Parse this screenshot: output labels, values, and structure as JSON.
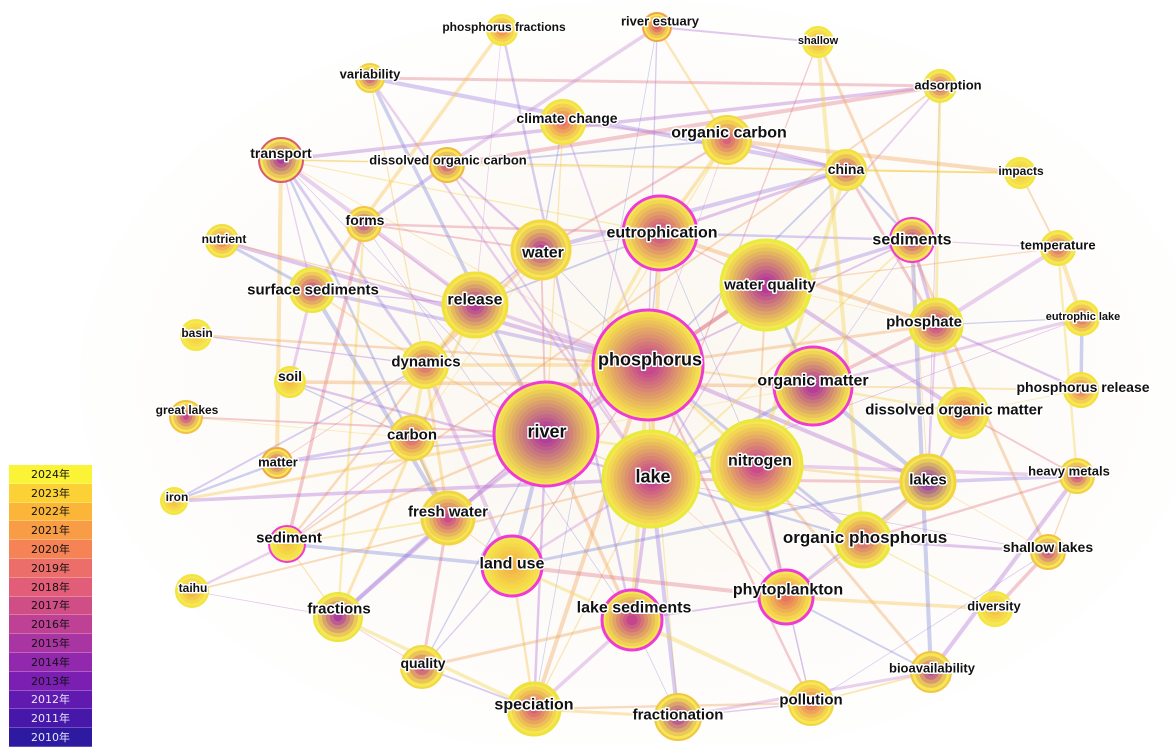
{
  "legend": {
    "years": [
      "2024年",
      "2023年",
      "2022年",
      "2021年",
      "2020年",
      "2019年",
      "2018年",
      "2017年",
      "2016年",
      "2015年",
      "2014年",
      "2013年",
      "2012年",
      "2011年",
      "2010年"
    ],
    "colors": [
      "#fbf336",
      "#fcd136",
      "#fbb63a",
      "#f99c46",
      "#f58356",
      "#ec6e6b",
      "#e15d78",
      "#d04e86",
      "#be4195",
      "#a935a2",
      "#9128ad",
      "#7a1fb1",
      "#601ab0",
      "#4617a8",
      "#2d1aa0"
    ]
  },
  "nodes": [
    {
      "id": "phosphorus-fractions",
      "label": "phosphorus fractions",
      "ring": "#f3e24a",
      "core": "#ee7a55"
    },
    {
      "id": "river-estuary",
      "label": "river estuary",
      "ring": "#f2a24b",
      "core": "#d9506a"
    },
    {
      "id": "shallow",
      "label": "shallow",
      "ring": "#f1e63e",
      "core": "#f0a945"
    },
    {
      "id": "variability",
      "label": "variability",
      "ring": "#f2cf42",
      "core": "#c5468e"
    },
    {
      "id": "adsorption",
      "label": "adsorption",
      "ring": "#f0e43e",
      "core": "#c84a8a"
    },
    {
      "id": "climate-change",
      "label": "climate change",
      "ring": "#f2e23e",
      "core": "#e76b6a"
    },
    {
      "id": "organic-carbon",
      "label": "organic carbon",
      "ring": "#f3d743",
      "core": "#d85c7a"
    },
    {
      "id": "transport",
      "label": "transport",
      "ring": "#d85a78",
      "core": "#a8359f"
    },
    {
      "id": "dissolved-organic-carbon",
      "label": "dissolved organic carbon",
      "ring": "#f2b548",
      "core": "#c5468e"
    },
    {
      "id": "china",
      "label": "china",
      "ring": "#f0df3e",
      "core": "#c14490"
    },
    {
      "id": "impacts",
      "label": "impacts",
      "ring": "#f2e63c",
      "core": "#f1c33e"
    },
    {
      "id": "forms",
      "label": "forms",
      "ring": "#f3c445",
      "core": "#b03c9b"
    },
    {
      "id": "nutrient",
      "label": "nutrient",
      "ring": "#f2dc40",
      "core": "#e66f66"
    },
    {
      "id": "eutrophication",
      "label": "eutrophication",
      "ring": "#ef3bd6",
      "core": "#cc4d87"
    },
    {
      "id": "sediments",
      "label": "sediments",
      "ring": "#ef3bd6",
      "core": "#c3418f"
    },
    {
      "id": "temperature",
      "label": "temperature",
      "ring": "#f1e33e",
      "core": "#d8587a"
    },
    {
      "id": "water",
      "label": "water",
      "ring": "#f3d745",
      "core": "#b43c98"
    },
    {
      "id": "water-quality",
      "label": "water quality",
      "ring": "#e8ec3c",
      "core": "#b4389a"
    },
    {
      "id": "surface-sediments",
      "label": "surface sediments",
      "ring": "#eae63c",
      "core": "#c5468e"
    },
    {
      "id": "release",
      "label": "release",
      "ring": "#f2e03e",
      "core": "#b13b99"
    },
    {
      "id": "basin",
      "label": "basin",
      "ring": "#f3e63e",
      "core": "#f6c540"
    },
    {
      "id": "eutrophic-lake",
      "label": "eutrophic lake",
      "ring": "#f2e43e",
      "core": "#d8587a"
    },
    {
      "id": "phosphate",
      "label": "phosphate",
      "ring": "#ece53c",
      "core": "#c3418f"
    },
    {
      "id": "phosphorus",
      "label": "phosphorus",
      "ring": "#ef3bd6",
      "core": "#c5468e"
    },
    {
      "id": "dynamics",
      "label": "dynamics",
      "ring": "#f2e03e",
      "core": "#d26077"
    },
    {
      "id": "soil",
      "label": "soil",
      "ring": "#f2e23e",
      "core": "#f3b745"
    },
    {
      "id": "organic-matter",
      "label": "organic matter",
      "ring": "#ef3bd6",
      "core": "#b2399a"
    },
    {
      "id": "phosphorus-release",
      "label": "phosphorus release",
      "ring": "#f2df3e",
      "core": "#e4726a"
    },
    {
      "id": "great-lakes",
      "label": "great lakes",
      "ring": "#f2c144",
      "core": "#c3418f"
    },
    {
      "id": "dissolved-organic-matter",
      "label": "dissolved organic matter",
      "ring": "#ece43c",
      "core": "#e4726a"
    },
    {
      "id": "river",
      "label": "river",
      "ring": "#ef3bd6",
      "core": "#b03c9b"
    },
    {
      "id": "carbon",
      "label": "carbon",
      "ring": "#f3d040",
      "core": "#d95b78"
    },
    {
      "id": "nitrogen",
      "label": "nitrogen",
      "ring": "#ece73c",
      "core": "#c9488c"
    },
    {
      "id": "lake",
      "label": "lake",
      "ring": "#e8ea3c",
      "core": "#c5468e"
    },
    {
      "id": "matter",
      "label": "matter",
      "ring": "#f2a646",
      "core": "#c4428f"
    },
    {
      "id": "lakes",
      "label": "lakes",
      "ring": "#f2d43f",
      "core": "#8a2fb0"
    },
    {
      "id": "heavy-metals",
      "label": "heavy metals",
      "ring": "#f1d042",
      "core": "#c4428f"
    },
    {
      "id": "iron",
      "label": "iron",
      "ring": "#f2e63e",
      "core": "#f3b745"
    },
    {
      "id": "fresh-water",
      "label": "fresh water",
      "ring": "#f2d542",
      "core": "#c9488c"
    },
    {
      "id": "sediment",
      "label": "sediment",
      "ring": "#ef3bd6",
      "core": "#f2c244"
    },
    {
      "id": "organic-phosphorus",
      "label": "organic phosphorus",
      "ring": "#e8e73c",
      "core": "#d26077"
    },
    {
      "id": "shallow-lakes",
      "label": "shallow lakes",
      "ring": "#f2c144",
      "core": "#c4428f"
    },
    {
      "id": "land-use",
      "label": "land use",
      "ring": "#ef3bd6",
      "core": "#f2b048"
    },
    {
      "id": "phytoplankton",
      "label": "phytoplankton",
      "ring": "#ef3bd6",
      "core": "#e8705f"
    },
    {
      "id": "taihu",
      "label": "taihu",
      "ring": "#f2e43e",
      "core": "#f0a945"
    },
    {
      "id": "fractions",
      "label": "fractions",
      "ring": "#e8e63c",
      "core": "#a935a2"
    },
    {
      "id": "lake-sediments",
      "label": "lake sediments",
      "ring": "#ef3bd6",
      "core": "#c3418f"
    },
    {
      "id": "diversity",
      "label": "diversity",
      "ring": "#f2e63e",
      "core": "#f3b745"
    },
    {
      "id": "quality",
      "label": "quality",
      "ring": "#f1d842",
      "core": "#c3418f"
    },
    {
      "id": "bioavailability",
      "label": "bioavailability",
      "ring": "#f2c545",
      "core": "#b03c9b"
    },
    {
      "id": "pollution",
      "label": "pollution",
      "ring": "#f2d542",
      "core": "#e66f66"
    },
    {
      "id": "speciation",
      "label": "speciation",
      "ring": "#eee23c",
      "core": "#d95b78"
    },
    {
      "id": "fractionation",
      "label": "fractionation",
      "ring": "#f2c545",
      "core": "#a935a2"
    }
  ],
  "edges": [
    [
      "phosphorus",
      "river"
    ],
    [
      "phosphorus",
      "lake"
    ],
    [
      "phosphorus",
      "nitrogen"
    ],
    [
      "phosphorus",
      "water-quality"
    ],
    [
      "phosphorus",
      "eutrophication"
    ],
    [
      "phosphorus",
      "organic-matter"
    ],
    [
      "phosphorus",
      "release"
    ],
    [
      "phosphorus",
      "water"
    ],
    [
      "phosphorus",
      "sediments"
    ],
    [
      "phosphorus",
      "phosphate"
    ],
    [
      "phosphorus",
      "lake-sediments"
    ],
    [
      "phosphorus",
      "land-use"
    ],
    [
      "phosphorus",
      "phytoplankton"
    ],
    [
      "phosphorus",
      "dynamics"
    ],
    [
      "phosphorus",
      "organic-carbon"
    ],
    [
      "phosphorus",
      "china"
    ],
    [
      "phosphorus",
      "fresh-water"
    ],
    [
      "phosphorus",
      "speciation"
    ],
    [
      "phosphorus",
      "fractionation"
    ],
    [
      "phosphorus",
      "pollution"
    ],
    [
      "phosphorus",
      "surface-sediments"
    ],
    [
      "phosphorus",
      "transport"
    ],
    [
      "phosphorus",
      "climate-change"
    ],
    [
      "phosphorus",
      "organic-phosphorus"
    ],
    [
      "phosphorus",
      "lakes"
    ],
    [
      "river",
      "lake"
    ],
    [
      "river",
      "nitrogen"
    ],
    [
      "river",
      "water-quality"
    ],
    [
      "river",
      "transport"
    ],
    [
      "river",
      "dynamics"
    ],
    [
      "river",
      "carbon"
    ],
    [
      "river",
      "land-use"
    ],
    [
      "river",
      "fresh-water"
    ],
    [
      "river",
      "sediment"
    ],
    [
      "river",
      "eutrophication"
    ],
    [
      "river",
      "release"
    ],
    [
      "river",
      "matter"
    ],
    [
      "river",
      "iron"
    ],
    [
      "river",
      "fractions"
    ],
    [
      "river",
      "quality"
    ],
    [
      "river",
      "speciation"
    ],
    [
      "river",
      "lake-sediments"
    ],
    [
      "river",
      "organic-matter"
    ],
    [
      "river",
      "water"
    ],
    [
      "lake",
      "nitrogen"
    ],
    [
      "lake",
      "eutrophication"
    ],
    [
      "lake",
      "water-quality"
    ],
    [
      "lake",
      "organic-phosphorus"
    ],
    [
      "lake",
      "lake-sediments"
    ],
    [
      "lake",
      "phytoplankton"
    ],
    [
      "lake",
      "sediments"
    ],
    [
      "lake",
      "lakes"
    ],
    [
      "lake",
      "fractionation"
    ],
    [
      "lake",
      "speciation"
    ],
    [
      "lake",
      "land-use"
    ],
    [
      "lake",
      "organic-matter"
    ],
    [
      "lake",
      "shallow-lakes"
    ],
    [
      "nitrogen",
      "water-quality"
    ],
    [
      "nitrogen",
      "organic-matter"
    ],
    [
      "nitrogen",
      "phytoplankton"
    ],
    [
      "nitrogen",
      "pollution"
    ],
    [
      "nitrogen",
      "lakes"
    ],
    [
      "nitrogen",
      "heavy-metals"
    ],
    [
      "nitrogen",
      "eutrophication"
    ],
    [
      "nitrogen",
      "organic-phosphorus"
    ],
    [
      "nitrogen",
      "bioavailability"
    ],
    [
      "nitrogen",
      "china"
    ],
    [
      "eutrophication",
      "water-quality"
    ],
    [
      "eutrophication",
      "sediments"
    ],
    [
      "eutrophication",
      "organic-carbon"
    ],
    [
      "eutrophication",
      "water"
    ],
    [
      "eutrophication",
      "release"
    ],
    [
      "eutrophication",
      "china"
    ],
    [
      "eutrophication",
      "phosphate"
    ],
    [
      "eutrophication",
      "transport"
    ],
    [
      "eutrophication",
      "forms"
    ],
    [
      "water-quality",
      "sediments"
    ],
    [
      "water-quality",
      "phosphate"
    ],
    [
      "water-quality",
      "adsorption"
    ],
    [
      "water-quality",
      "organic-matter"
    ],
    [
      "water-quality",
      "dissolved-organic-matter"
    ],
    [
      "water-quality",
      "temperature"
    ],
    [
      "organic-matter",
      "dissolved-organic-matter"
    ],
    [
      "organic-matter",
      "phosphate"
    ],
    [
      "organic-matter",
      "sediments"
    ],
    [
      "organic-matter",
      "phosphorus-release"
    ],
    [
      "organic-matter",
      "eutrophic-lake"
    ],
    [
      "organic-matter",
      "lakes"
    ],
    [
      "release",
      "surface-sediments"
    ],
    [
      "release",
      "sediment"
    ],
    [
      "release",
      "dynamics"
    ],
    [
      "release",
      "forms"
    ],
    [
      "release",
      "water"
    ],
    [
      "release",
      "fractions"
    ],
    [
      "release",
      "transport"
    ],
    [
      "water",
      "climate-change"
    ],
    [
      "water",
      "dissolved-organic-carbon"
    ],
    [
      "water",
      "dynamics"
    ],
    [
      "water",
      "carbon"
    ],
    [
      "water",
      "forms"
    ],
    [
      "transport",
      "dynamics"
    ],
    [
      "transport",
      "matter"
    ],
    [
      "transport",
      "surface-sediments"
    ],
    [
      "transport",
      "fresh-water"
    ],
    [
      "transport",
      "adsorption"
    ],
    [
      "transport",
      "china"
    ],
    [
      "transport",
      "impacts"
    ],
    [
      "variability",
      "adsorption"
    ],
    [
      "variability",
      "china"
    ],
    [
      "variability",
      "dynamics"
    ],
    [
      "variability",
      "lake"
    ],
    [
      "variability",
      "river"
    ],
    [
      "adsorption",
      "lakes"
    ],
    [
      "adsorption",
      "sediment"
    ],
    [
      "adsorption",
      "phosphate"
    ],
    [
      "adsorption",
      "dissolved-organic-carbon"
    ],
    [
      "river-estuary",
      "phosphorus"
    ],
    [
      "river-estuary",
      "organic-carbon"
    ],
    [
      "river-estuary",
      "dissolved-organic-carbon"
    ],
    [
      "river-estuary",
      "speciation"
    ],
    [
      "river-estuary",
      "shallow"
    ],
    [
      "shallow",
      "shallow-lakes"
    ],
    [
      "shallow",
      "organic-phosphorus"
    ],
    [
      "shallow",
      "lake"
    ],
    [
      "phosphorus-fractions",
      "lake-sediments"
    ],
    [
      "phosphorus-fractions",
      "surface-sediments"
    ],
    [
      "phosphorus-fractions",
      "release"
    ],
    [
      "organic-carbon",
      "dissolved-organic-carbon"
    ],
    [
      "organic-carbon",
      "china"
    ],
    [
      "organic-carbon",
      "impacts"
    ],
    [
      "organic-carbon",
      "river"
    ],
    [
      "organic-carbon",
      "water"
    ],
    [
      "dissolved-organic-carbon",
      "forms"
    ],
    [
      "dissolved-organic-carbon",
      "impacts"
    ],
    [
      "dissolved-organic-carbon",
      "lake"
    ],
    [
      "nutrient",
      "surface-sediments"
    ],
    [
      "nutrient",
      "phosphorus"
    ],
    [
      "nutrient",
      "release"
    ],
    [
      "forms",
      "fractions"
    ],
    [
      "forms",
      "sediment"
    ],
    [
      "forms",
      "lake-sediments"
    ],
    [
      "surface-sediments",
      "dynamics"
    ],
    [
      "surface-sediments",
      "soil"
    ],
    [
      "surface-sediments",
      "fresh-water"
    ],
    [
      "basin",
      "dynamics"
    ],
    [
      "basin",
      "phosphorus"
    ],
    [
      "dynamics",
      "carbon"
    ],
    [
      "dynamics",
      "matter"
    ],
    [
      "dynamics",
      "iron"
    ],
    [
      "dynamics",
      "fresh-water"
    ],
    [
      "dynamics",
      "land-use"
    ],
    [
      "soil",
      "carbon"
    ],
    [
      "soil",
      "lake"
    ],
    [
      "soil",
      "organic-matter"
    ],
    [
      "great-lakes",
      "carbon"
    ],
    [
      "great-lakes",
      "river"
    ],
    [
      "carbon",
      "matter"
    ],
    [
      "carbon",
      "fresh-water"
    ],
    [
      "carbon",
      "sediment"
    ],
    [
      "matter",
      "iron"
    ],
    [
      "iron",
      "lake"
    ],
    [
      "fresh-water",
      "land-use"
    ],
    [
      "fresh-water",
      "sediment"
    ],
    [
      "fresh-water",
      "quality"
    ],
    [
      "fresh-water",
      "fractions"
    ],
    [
      "sediment",
      "fractions"
    ],
    [
      "sediment",
      "taihu"
    ],
    [
      "sediment",
      "land-use"
    ],
    [
      "taihu",
      "fractions"
    ],
    [
      "taihu",
      "lake"
    ],
    [
      "land-use",
      "lake-sediments"
    ],
    [
      "land-use",
      "phytoplankton"
    ],
    [
      "land-use",
      "quality"
    ],
    [
      "land-use",
      "speciation"
    ],
    [
      "lake-sediments",
      "speciation"
    ],
    [
      "lake-sediments",
      "fractionation"
    ],
    [
      "lake-sediments",
      "phytoplankton"
    ],
    [
      "lake-sediments",
      "quality"
    ],
    [
      "lake-sediments",
      "pollution"
    ],
    [
      "phytoplankton",
      "organic-phosphorus"
    ],
    [
      "phytoplankton",
      "lakes"
    ],
    [
      "phytoplankton",
      "diversity"
    ],
    [
      "phytoplankton",
      "pollution"
    ],
    [
      "phytoplankton",
      "bioavailability"
    ],
    [
      "organic-phosphorus",
      "shallow-lakes"
    ],
    [
      "organic-phosphorus",
      "lakes"
    ],
    [
      "organic-phosphorus",
      "diversity"
    ],
    [
      "organic-phosphorus",
      "heavy-metals"
    ],
    [
      "lakes",
      "heavy-metals"
    ],
    [
      "lakes",
      "shallow-lakes"
    ],
    [
      "lakes",
      "phosphate"
    ],
    [
      "lakes",
      "land-use"
    ],
    [
      "heavy-metals",
      "bioavailability"
    ],
    [
      "heavy-metals",
      "shallow-lakes"
    ],
    [
      "heavy-metals",
      "temperature"
    ],
    [
      "shallow-lakes",
      "diversity"
    ],
    [
      "shallow-lakes",
      "pollution"
    ],
    [
      "bioavailability",
      "pollution"
    ],
    [
      "bioavailability",
      "fractionation"
    ],
    [
      "bioavailability",
      "sediments"
    ],
    [
      "pollution",
      "fractionation"
    ],
    [
      "pollution",
      "speciation"
    ],
    [
      "fractions",
      "speciation"
    ],
    [
      "fractions",
      "quality"
    ],
    [
      "quality",
      "speciation"
    ],
    [
      "speciation",
      "fractionation"
    ],
    [
      "phosphate",
      "temperature"
    ],
    [
      "phosphate",
      "eutrophic-lake"
    ],
    [
      "phosphate",
      "phosphorus-release"
    ],
    [
      "phosphate",
      "dissolved-organic-matter"
    ],
    [
      "dissolved-organic-matter",
      "phosphorus-release"
    ],
    [
      "dissolved-organic-matter",
      "heavy-metals"
    ],
    [
      "dissolved-organic-matter",
      "lakes"
    ],
    [
      "temperature",
      "eutrophic-lake"
    ],
    [
      "temperature",
      "sediments"
    ],
    [
      "sediments",
      "china"
    ],
    [
      "sediments",
      "phosphate"
    ],
    [
      "sediments",
      "lakes"
    ],
    [
      "china",
      "impacts"
    ],
    [
      "china",
      "phosphate"
    ],
    [
      "china",
      "water"
    ],
    [
      "climate-change",
      "river"
    ],
    [
      "climate-change",
      "organic-carbon"
    ],
    [
      "eutrophic-lake",
      "phosphorus-release"
    ],
    [
      "eutrophic-lake",
      "lake"
    ],
    [
      "impacts",
      "temperature"
    ]
  ]
}
